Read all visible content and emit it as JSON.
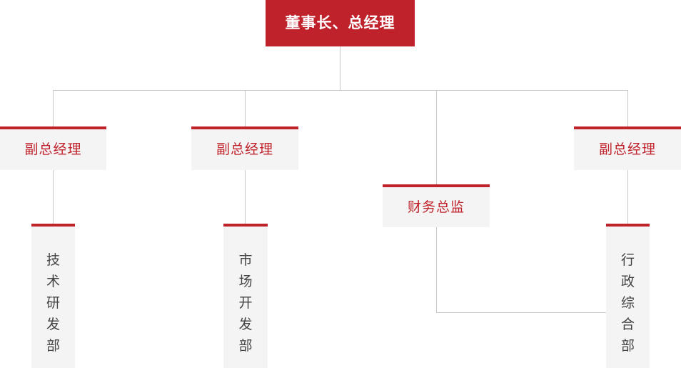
{
  "chart": {
    "type": "org-chart",
    "title": "",
    "colors": {
      "accent_red": "#C0222B",
      "box_fill": "#F4F4F4",
      "line_gray": "#C9C9C9",
      "dept_text": "#444444",
      "root_text": "#FFFFFF"
    },
    "nodes": {
      "root": {
        "label": "董事长、总经理"
      },
      "level2": [
        {
          "label": "副总经理"
        },
        {
          "label": "副总经理"
        },
        {
          "label": "财务总监"
        },
        {
          "label": "副总经理"
        }
      ],
      "level3": [
        {
          "label": "技术研发部"
        },
        {
          "label": "市场开发部"
        },
        {
          "label": "行政综合部"
        }
      ]
    }
  }
}
